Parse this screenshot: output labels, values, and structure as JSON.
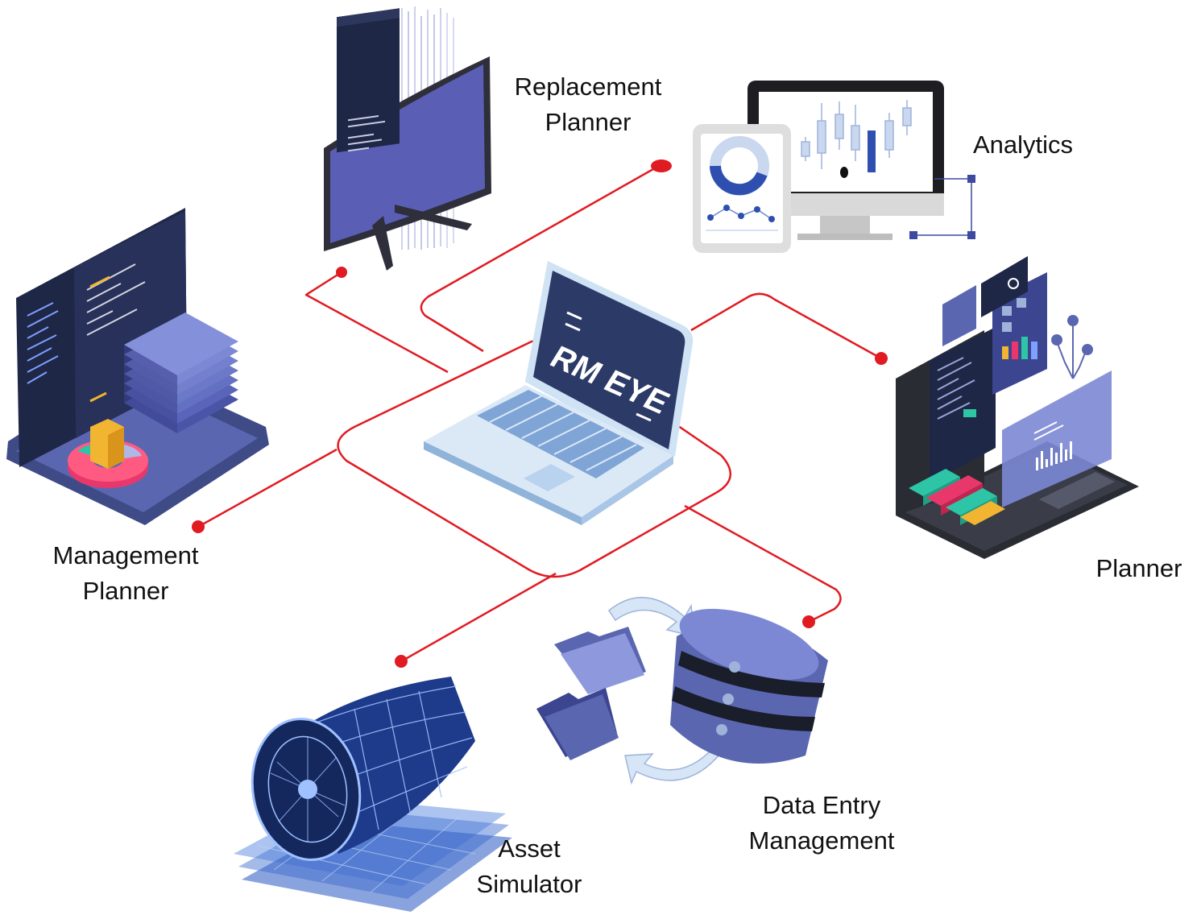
{
  "center": {
    "screen_text": "RM EYE"
  },
  "modules": {
    "replacement_planner": {
      "line1": "Replacement",
      "line2": "Planner"
    },
    "analytics": {
      "line1": "Analytics"
    },
    "management_planner": {
      "line1": "Management",
      "line2": "Planner"
    },
    "planner": {
      "line1": "Planner"
    },
    "data_entry_management": {
      "line1": "Data Entry",
      "line2": "Management"
    },
    "asset_simulator": {
      "line1": "Asset",
      "line2": "Simulator"
    }
  },
  "colors": {
    "connector": "#e11b22",
    "navy": "#2b3a67",
    "indigo": "#5a5fb5",
    "light_blue": "#cfe3f5",
    "accent_blue": "#2f4fb0"
  }
}
